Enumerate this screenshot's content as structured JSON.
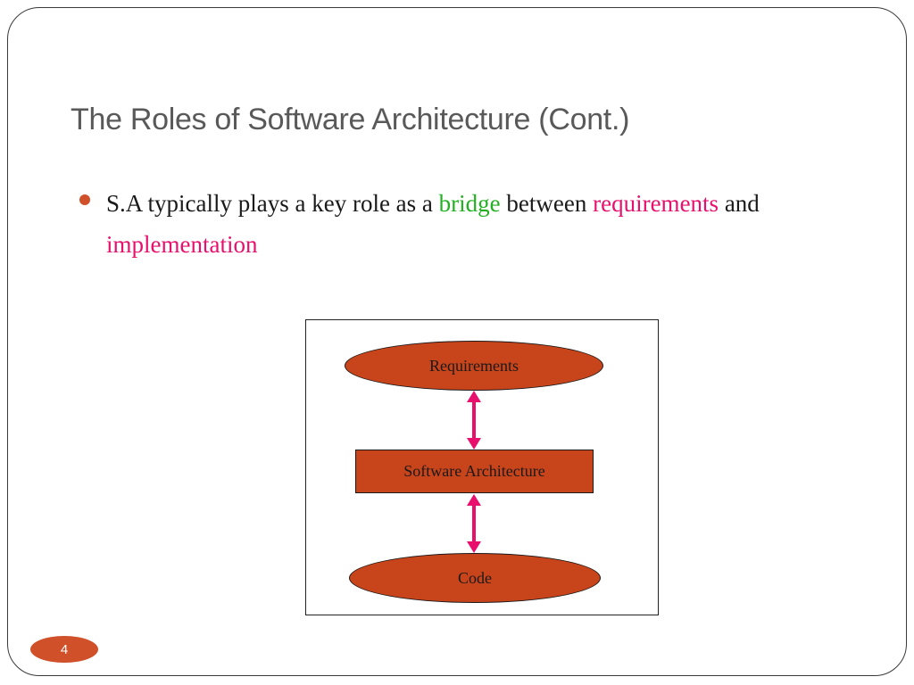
{
  "slide": {
    "title": "The Roles of Software Architecture (Cont.)",
    "page_number": "4"
  },
  "bullet": {
    "text_1": "S.A typically plays a key role as a ",
    "highlight_bridge": "bridge",
    "text_2": " between ",
    "highlight_requirements": "requirements",
    "text_3": " and ",
    "highlight_implementation": "implementation"
  },
  "diagram": {
    "top_node": "Requirements",
    "middle_node": "Software Architecture",
    "bottom_node": "Code"
  },
  "colors": {
    "accent_orange": "#c8441a",
    "highlight_green": "#22b022",
    "highlight_pink": "#e8106c",
    "title_gray": "#595959"
  }
}
